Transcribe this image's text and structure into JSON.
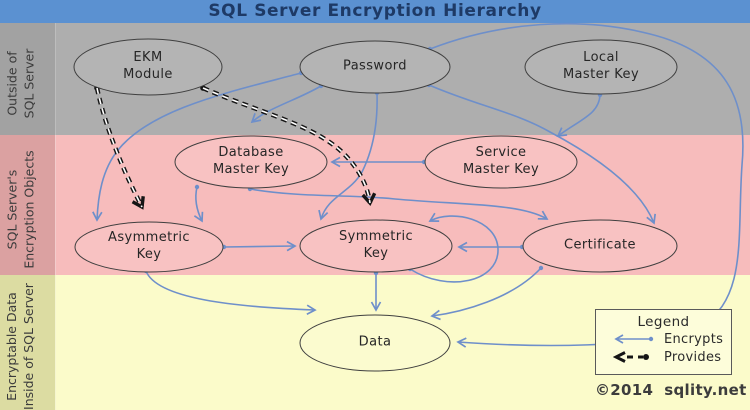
{
  "title": "SQL Server Encryption Hierarchy",
  "copyright": "©2014  sqlity.net",
  "colors": {
    "title_bar_bg": "#5b91d1",
    "title_text": "#1e3a66",
    "band_outside_bg": "#aeaeae",
    "band_outside_sidebar": "#a2a2a2",
    "band_objects_bg": "#f7bcbc",
    "band_objects_sidebar": "#dba1a1",
    "band_data_bg": "#fbfbca",
    "band_data_sidebar": "#dcdca2",
    "encrypts_arrow": "#6e8fca",
    "provides_arrow": "#151515"
  },
  "bands": [
    {
      "id": "outside",
      "label": "Outside of\nSQL Server"
    },
    {
      "id": "objects",
      "label": "SQL Server's\nEncryption Objects"
    },
    {
      "id": "data",
      "label": "Encryptable Data\nInside of SQL Server"
    }
  ],
  "nodes": [
    {
      "id": "ekm",
      "label": "EKM\nModule",
      "band": "outside"
    },
    {
      "id": "password",
      "label": "Password",
      "band": "outside"
    },
    {
      "id": "lmk",
      "label": "Local\nMaster Key",
      "band": "outside"
    },
    {
      "id": "dmk",
      "label": "Database\nMaster Key",
      "band": "objects"
    },
    {
      "id": "smk",
      "label": "Service\nMaster Key",
      "band": "objects"
    },
    {
      "id": "ak",
      "label": "Asymmetric\nKey",
      "band": "objects"
    },
    {
      "id": "sk",
      "label": "Symmetric\nKey",
      "band": "objects"
    },
    {
      "id": "cert",
      "label": "Certificate",
      "band": "objects"
    },
    {
      "id": "data",
      "label": "Data",
      "band": "data"
    }
  ],
  "edges": [
    {
      "from": "password",
      "to": "dmk",
      "kind": "encrypts"
    },
    {
      "from": "password",
      "to": "ak",
      "kind": "encrypts"
    },
    {
      "from": "password",
      "to": "sk",
      "kind": "encrypts"
    },
    {
      "from": "password",
      "to": "cert",
      "kind": "encrypts"
    },
    {
      "from": "password",
      "to": "data",
      "kind": "encrypts"
    },
    {
      "from": "lmk",
      "to": "smk",
      "kind": "encrypts"
    },
    {
      "from": "smk",
      "to": "dmk",
      "kind": "encrypts"
    },
    {
      "from": "dmk",
      "to": "ak",
      "kind": "encrypts"
    },
    {
      "from": "dmk",
      "to": "cert",
      "kind": "encrypts"
    },
    {
      "from": "ak",
      "to": "sk",
      "kind": "encrypts"
    },
    {
      "from": "ak",
      "to": "data",
      "kind": "encrypts"
    },
    {
      "from": "cert",
      "to": "sk",
      "kind": "encrypts"
    },
    {
      "from": "cert",
      "to": "data",
      "kind": "encrypts"
    },
    {
      "from": "sk",
      "to": "sk",
      "kind": "encrypts"
    },
    {
      "from": "sk",
      "to": "data",
      "kind": "encrypts"
    },
    {
      "from": "ekm",
      "to": "ak",
      "kind": "provides"
    },
    {
      "from": "ekm",
      "to": "sk",
      "kind": "provides"
    }
  ],
  "legend": {
    "title": "Legend",
    "items": [
      {
        "kind": "encrypts",
        "label": "Encrypts"
      },
      {
        "kind": "provides",
        "label": "Provides"
      }
    ]
  }
}
